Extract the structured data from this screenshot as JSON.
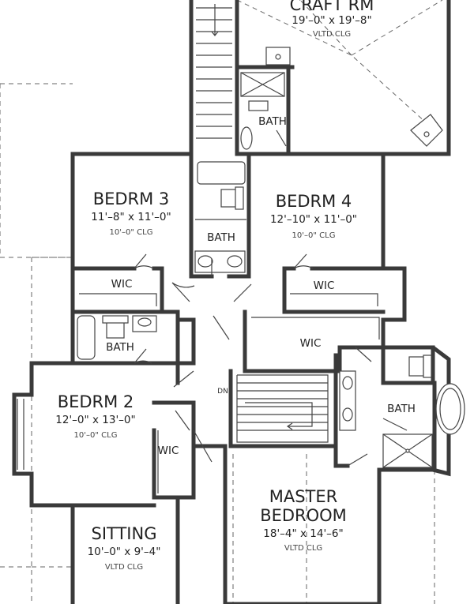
{
  "rooms": {
    "craft_rm": {
      "name": "CRAFT  RM",
      "dims": "19'–0\" x 19'–8\"",
      "ceiling": "VLTD CLG"
    },
    "bedrm_3": {
      "name": "BEDRM  3",
      "dims": "11'–8\" x 11'–0\"",
      "ceiling": "10'–0\" CLG"
    },
    "bedrm_4": {
      "name": "BEDRM  4",
      "dims": "12'–10\" x 11'–0\"",
      "ceiling": "10'–0\" CLG"
    },
    "bedrm_2": {
      "name": "BEDRM  2",
      "dims": "12'–0\" x 13'–0\"",
      "ceiling": "10'–0\" CLG"
    },
    "sitting": {
      "name": "SITTING",
      "dims": "10'–0\" x 9'–4\"",
      "ceiling": "VLTD CLG"
    },
    "master": {
      "name_line1": "MASTER",
      "name_line2": "BEDROOM",
      "dims": "18'–4\" x 14'–6\"",
      "ceiling": "VLTD CLG"
    }
  },
  "labels": {
    "bath_top": "BATH",
    "bath_shared": "BATH",
    "bath_bed3": "BATH",
    "bath_master": "BATH",
    "wic_bed3": "WIC",
    "wic_bed4": "WIC",
    "wic_hall": "WIC",
    "wic_bed2": "WIC",
    "stair_dn": "DN"
  }
}
